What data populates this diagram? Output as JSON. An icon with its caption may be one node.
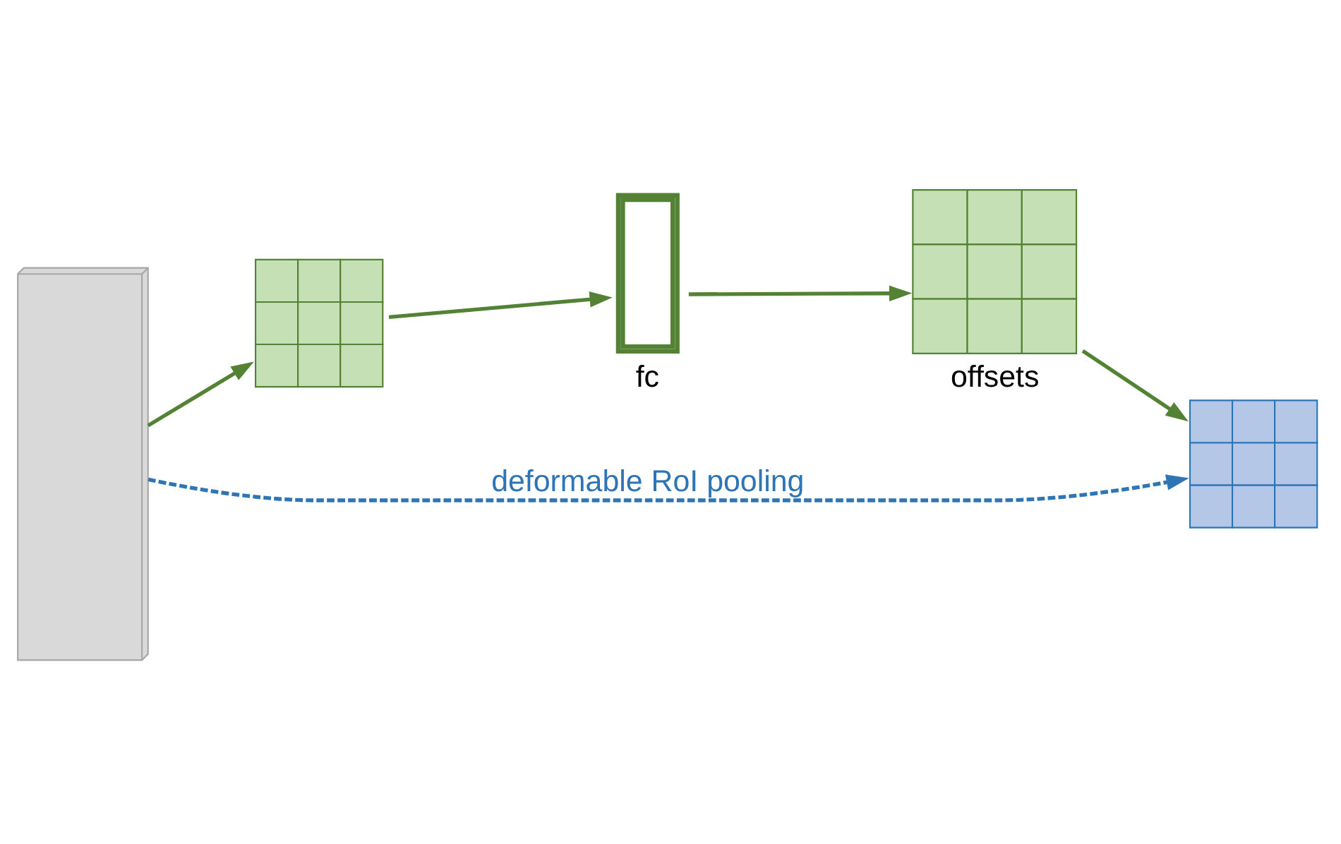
{
  "diagram": {
    "nodes": [
      {
        "text": [],
        "shape": "box"
      },
      {
        "text": [],
        "shape": "box"
      },
      {
        "text": [
          "fc"
        ]
      },
      {
        "text": [
          "offsets"
        ]
      },
      {
        "text": [],
        "shape": "box"
      }
    ],
    "edges": [
      {
        "from": 0,
        "to": 1,
        "arrow": "to"
      },
      {
        "from": 1,
        "to": 2,
        "arrow": "to"
      },
      {
        "from": 2,
        "to": 3,
        "arrow": "to"
      },
      {
        "from": 3,
        "to": 4,
        "arrow": "to"
      },
      {
        "from": 0,
        "to": 4,
        "arrow": "to",
        "style": "dashed",
        "color": "#2e75b6",
        "label": "deformable RoI pooling"
      }
    ]
  }
}
